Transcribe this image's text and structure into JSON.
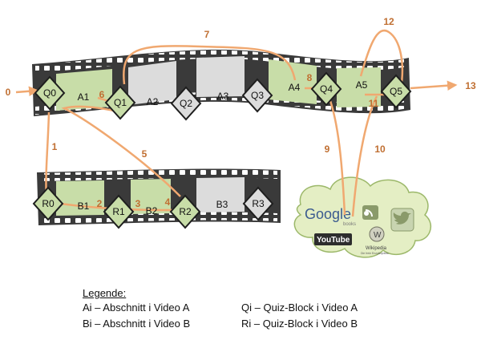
{
  "strip_a": {
    "items": [
      {
        "label": "Q0",
        "kind": "quiz"
      },
      {
        "label": "A1",
        "kind": "section",
        "active": true
      },
      {
        "label": "Q1",
        "kind": "quiz"
      },
      {
        "label": "A2",
        "kind": "section",
        "active": false
      },
      {
        "label": "Q2",
        "kind": "quiz"
      },
      {
        "label": "A3",
        "kind": "section",
        "active": false
      },
      {
        "label": "Q3",
        "kind": "quiz"
      },
      {
        "label": "A4",
        "kind": "section",
        "active": true
      },
      {
        "label": "Q4",
        "kind": "quiz"
      },
      {
        "label": "A5",
        "kind": "section",
        "active": true
      },
      {
        "label": "Q5",
        "kind": "quiz"
      }
    ]
  },
  "strip_b": {
    "items": [
      {
        "label": "R0",
        "kind": "quiz"
      },
      {
        "label": "B1",
        "kind": "section",
        "active": true
      },
      {
        "label": "R1",
        "kind": "quiz"
      },
      {
        "label": "B2",
        "kind": "section",
        "active": true
      },
      {
        "label": "R2",
        "kind": "quiz"
      },
      {
        "label": "B3",
        "kind": "section",
        "active": false
      },
      {
        "label": "R3",
        "kind": "quiz"
      }
    ]
  },
  "steps": [
    "0",
    "1",
    "2",
    "3",
    "4",
    "5",
    "6",
    "7",
    "8",
    "9",
    "10",
    "11",
    "12",
    "13"
  ],
  "web_cloud": {
    "google": "Google",
    "google_sub": "books",
    "youtube": "YouTube",
    "wikipedia": "Wikipedia",
    "wikipedia_sub": "Die freie Enzyklopädie"
  },
  "legend": {
    "title": "Legende:",
    "rows": [
      {
        "left": "Ai – Abschnitt i Video A",
        "right": "Qi – Quiz-Block i Video A"
      },
      {
        "left": "Bi – Abschnitt i Video B",
        "right": "Ri – Quiz-Block i Video B"
      }
    ]
  },
  "colors": {
    "film": "#3a3a3a",
    "active_section": "#c8dda8",
    "inactive_section": "#dcdcdc",
    "quiz_diamond": "#c8dda8",
    "path": "#f0a870",
    "step_label": "#c06f32",
    "cloud": "#e4eec4",
    "cloud_edge": "#9cb86a"
  }
}
